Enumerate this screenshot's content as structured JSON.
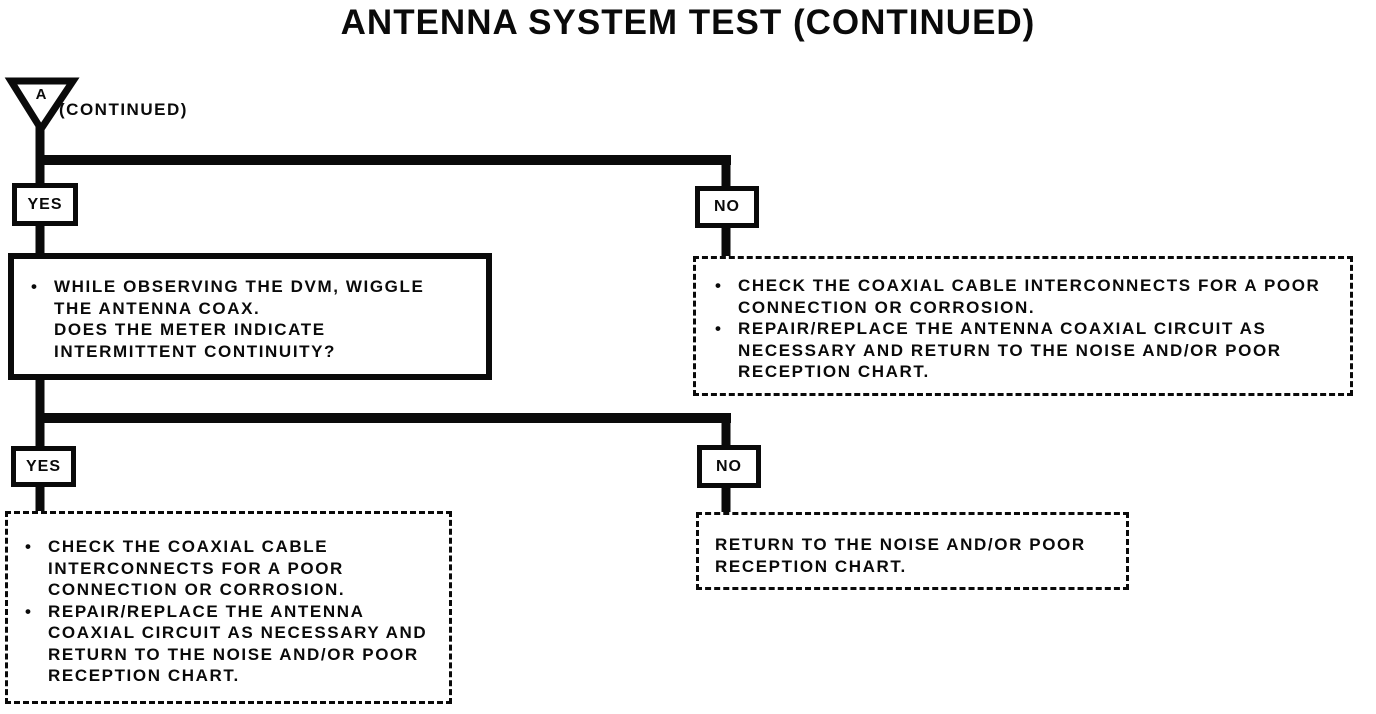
{
  "title": "ANTENNA SYSTEM TEST (CONTINUED)",
  "colors": {
    "ink": "#0a0a0a",
    "paper": "#ffffff"
  },
  "connector": {
    "label": "A",
    "note": "(CONTINUED)"
  },
  "branch_labels": {
    "yes1": "YES",
    "no1": "NO",
    "yes2": "YES",
    "no2": "NO"
  },
  "boxes": {
    "question": {
      "border": "solid",
      "items": [
        {
          "bullet": "•",
          "text": "WHILE OBSERVING THE DVM, WIGGLE\nTHE ANTENNA COAX.\nDOES THE METER INDICATE\nINTERMITTENT CONTINUITY?"
        }
      ]
    },
    "no1_action": {
      "border": "dashed",
      "items": [
        {
          "bullet": "•",
          "text": "CHECK THE COAXIAL CABLE INTERCONNECTS FOR A POOR\nCONNECTION OR CORROSION."
        },
        {
          "bullet": "•",
          "text": "REPAIR/REPLACE THE ANTENNA COAXIAL CIRCUIT AS\nNECESSARY AND RETURN TO THE NOISE AND/OR POOR\nRECEPTION CHART."
        }
      ]
    },
    "yes2_action": {
      "border": "dashed",
      "items": [
        {
          "bullet": "•",
          "text": "CHECK THE COAXIAL CABLE\nINTERCONNECTS FOR A POOR\nCONNECTION OR CORROSION."
        },
        {
          "bullet": "•",
          "text": "REPAIR/REPLACE THE ANTENNA\nCOAXIAL CIRCUIT AS NECESSARY AND\nRETURN TO THE NOISE AND/OR POOR\nRECEPTION CHART."
        }
      ]
    },
    "no2_action": {
      "border": "dashed",
      "items": [
        {
          "bullet": "",
          "text": "RETURN TO THE NOISE AND/OR POOR\nRECEPTION CHART."
        }
      ]
    }
  }
}
